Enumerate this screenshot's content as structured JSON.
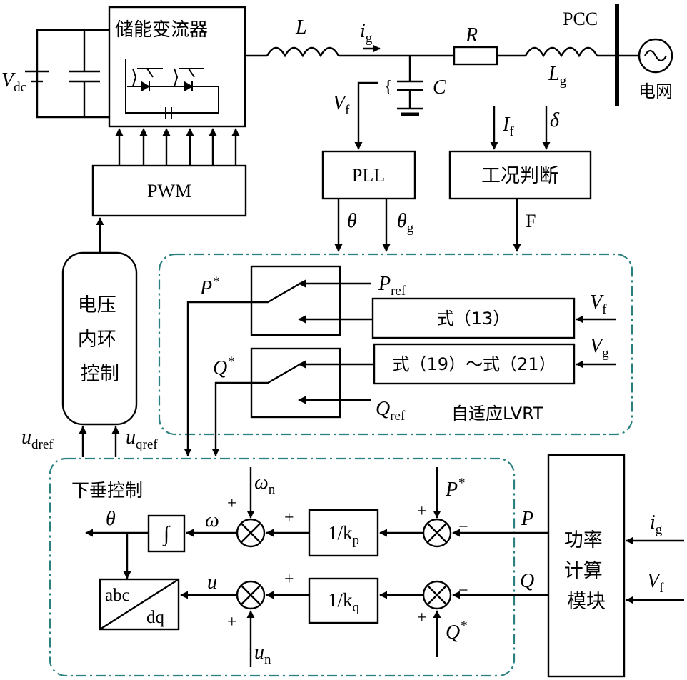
{
  "converter": {
    "title": "储能变流器"
  },
  "source": {
    "vdc": "V",
    "vdc_sub": "dc"
  },
  "grid_line": {
    "L": "L",
    "ig": "i",
    "ig_sub": "g",
    "R": "R",
    "Lg": "L",
    "Lg_sub": "g",
    "C": "C",
    "pcc": "PCC",
    "grid": "电网",
    "vf": "V",
    "vf_sub": "f",
    "brace": "{"
  },
  "blocks": {
    "pwm": "PWM",
    "pll": "PLL",
    "mode": "工况判断",
    "voltage_loop": [
      "电压",
      "内环",
      "控制"
    ],
    "eq13": "式（13）",
    "eq19_21": "式（19）～式（21）",
    "inv_kp": "1/k",
    "kp_sub": "p",
    "inv_kq": "1/k",
    "kq_sub": "q",
    "integrator": "∫",
    "abc": "abc",
    "dq": "dq",
    "power_calc": [
      "功率",
      "计算",
      "模块"
    ]
  },
  "signals": {
    "If": "I",
    "If_sub": "f",
    "delta": "δ",
    "F": "F",
    "theta": "θ",
    "theta_g": "θ",
    "theta_g_sub": "g",
    "Pref": "P",
    "Pref_sub": "ref",
    "Qref": "Q",
    "Qref_sub": "ref",
    "Pstar": "P",
    "Qstar": "Q",
    "star": "*",
    "Vf": "V",
    "Vf_sub": "f",
    "Vg": "V",
    "Vg_sub": "g",
    "udref": "u",
    "udref_sub": "dref",
    "uqref": "u",
    "uqref_sub": "qref",
    "omega_n": "ω",
    "omega_n_sub": "n",
    "omega": "ω",
    "u": "u",
    "un": "u",
    "un_sub": "n",
    "P": "P",
    "Q": "Q",
    "ig": "i",
    "ig_sub": "g",
    "plus": "+",
    "minus": "−"
  },
  "regions": {
    "lvrt": "自适应LVRT",
    "droop": "下垂控制"
  }
}
